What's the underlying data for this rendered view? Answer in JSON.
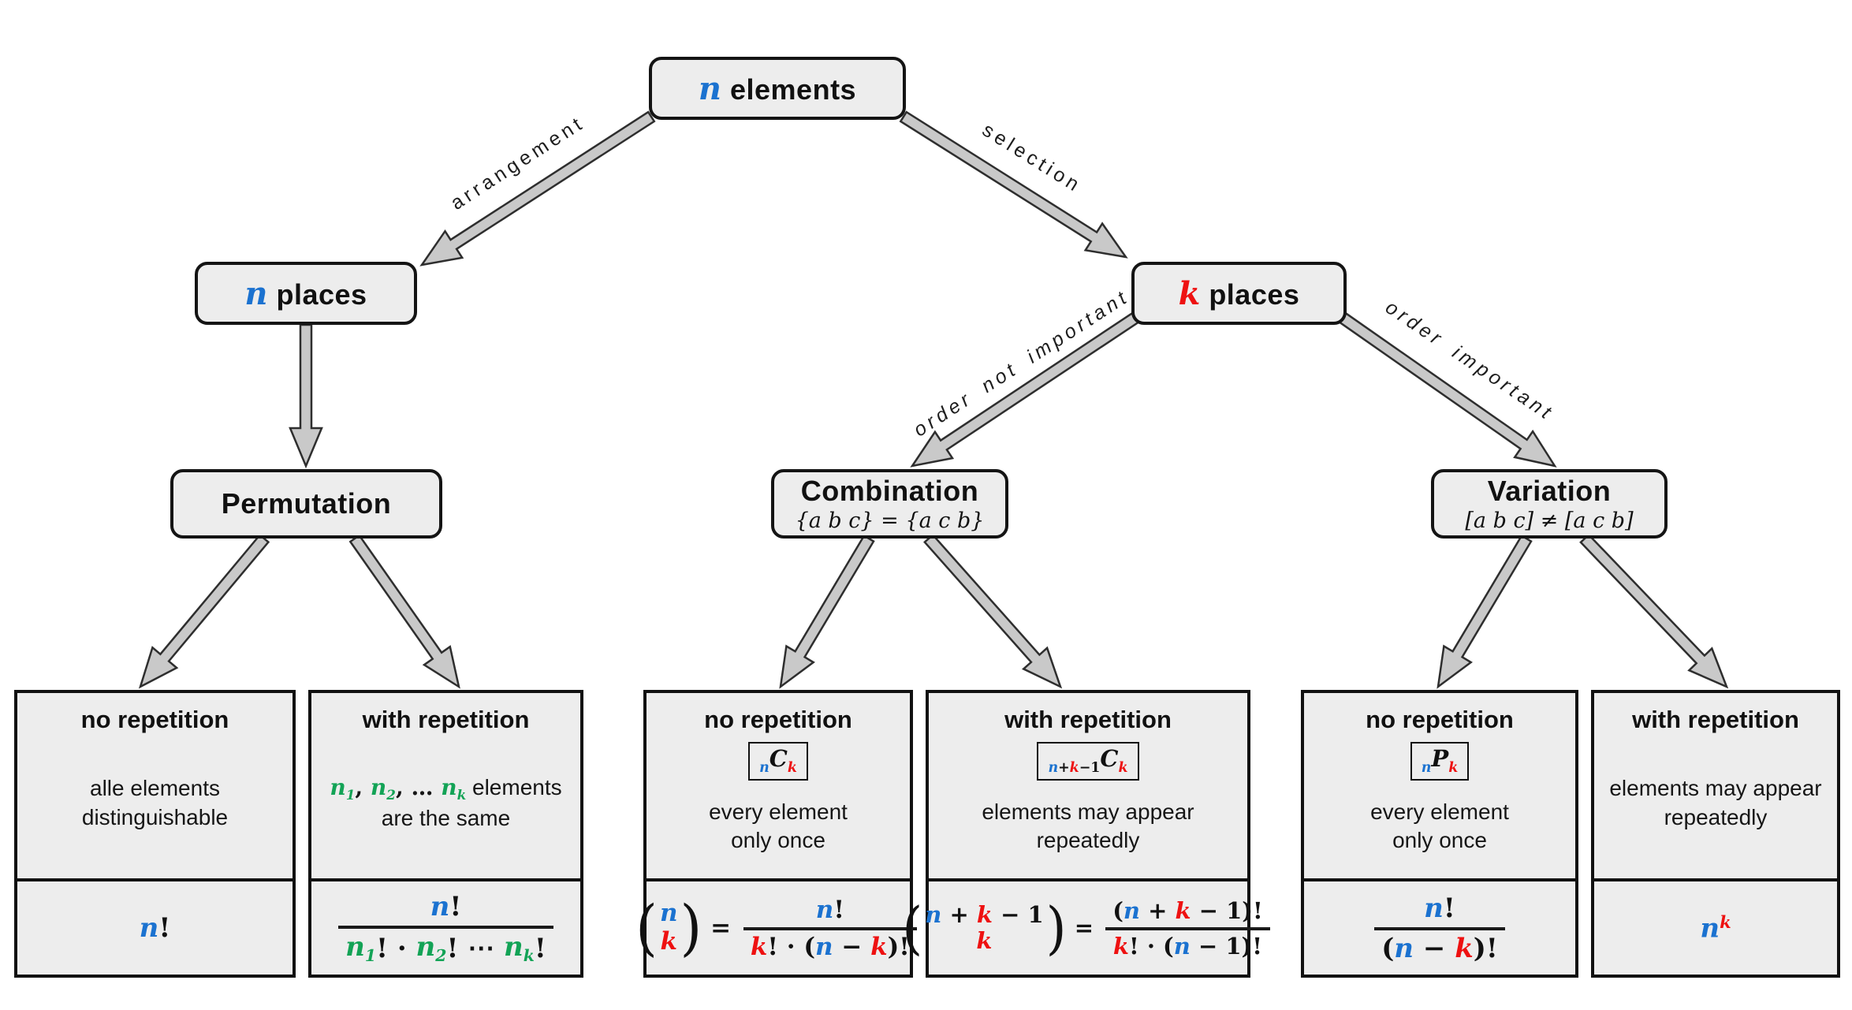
{
  "colors": {
    "n": "#1b72d0",
    "k": "#ee1111",
    "g": "#13a356",
    "ink": "#111111",
    "arrow_fill": "#c9c9c9",
    "arrow_stroke": "#2e2e2e",
    "box_fill": "#ededed"
  },
  "nodes": {
    "root": {
      "var": "n",
      "vc": "n",
      "label": "elements"
    },
    "n_places": {
      "var": "n",
      "vc": "n",
      "label": "places"
    },
    "k_places": {
      "var": "k",
      "vc": "k",
      "label": "places"
    },
    "permutation": {
      "title": "Permutation"
    },
    "combination": {
      "title": "Combination",
      "subtitle": "{a b c} = {a c b}"
    },
    "variation": {
      "title": "Variation",
      "subtitle": "[a b c] ≠ [a c b]"
    }
  },
  "edges": {
    "arrangement": "arrangement",
    "selection": "selection",
    "order_not_important": "order not important",
    "order_important": "order important"
  },
  "leaves": [
    {
      "id": "perm-no-rep",
      "title": "no repetition",
      "desc": [
        "alle elements",
        "distinguishable"
      ],
      "formula": [
        {
          "t": "n",
          "c": "n"
        },
        {
          "t": "!"
        }
      ]
    },
    {
      "id": "perm-with-rep",
      "title": "with repetition",
      "desc": [
        [
          {
            "t": "n",
            "c": "g",
            "sub": "1"
          },
          {
            "t": ", ",
            "m": 1
          },
          {
            "t": "n",
            "c": "g",
            "sub": "2"
          },
          {
            "t": ", … ",
            "m": 1
          },
          {
            "t": "n",
            "c": "g",
            "sub": "k"
          },
          {
            "t": " elements"
          }
        ],
        "are the same"
      ],
      "formula": [
        {
          "frac": {
            "num": [
              {
                "t": "n",
                "c": "n"
              },
              {
                "t": "!"
              }
            ],
            "den": [
              {
                "t": "n",
                "c": "g",
                "sub": "1"
              },
              {
                "t": "! · "
              },
              {
                "t": "n",
                "c": "g",
                "sub": "2"
              },
              {
                "t": "! ⋯ "
              },
              {
                "t": "n",
                "c": "g",
                "sub": "k"
              },
              {
                "t": "!"
              }
            ]
          }
        }
      ]
    },
    {
      "id": "comb-no-rep",
      "title": "no repetition",
      "badge": [
        {
          "t": "n",
          "c": "n",
          "pos": "sub"
        },
        {
          "t": "C",
          "i": 1
        },
        {
          "t": "k",
          "c": "k",
          "pos": "sub"
        }
      ],
      "desc": [
        "every element",
        "only once"
      ],
      "formula": [
        {
          "binom": {
            "top": [
              {
                "t": "n",
                "c": "n"
              }
            ],
            "bottom": [
              {
                "t": "k",
                "c": "k"
              }
            ]
          }
        },
        {
          "t": " = "
        },
        {
          "frac": {
            "num": [
              {
                "t": "n",
                "c": "n"
              },
              {
                "t": "!"
              }
            ],
            "den": [
              {
                "t": "k",
                "c": "k"
              },
              {
                "t": "! · ("
              },
              {
                "t": "n",
                "c": "n"
              },
              {
                "t": " − "
              },
              {
                "t": "k",
                "c": "k"
              },
              {
                "t": ")!"
              }
            ]
          }
        }
      ]
    },
    {
      "id": "comb-with-rep",
      "title": "with repetition",
      "badge": [
        {
          "t": "n",
          "c": "n",
          "pos": "sub"
        },
        {
          "t": "+",
          "pos": "sub"
        },
        {
          "t": "k",
          "c": "k",
          "pos": "sub"
        },
        {
          "t": "−1",
          "pos": "sub"
        },
        {
          "t": "C",
          "i": 1
        },
        {
          "t": "k",
          "c": "k",
          "pos": "sub"
        }
      ],
      "desc": [
        "elements may appear",
        "repeatedly"
      ],
      "formula": [
        {
          "binom": {
            "top": [
              {
                "t": "n",
                "c": "n"
              },
              {
                "t": " + "
              },
              {
                "t": "k",
                "c": "k"
              },
              {
                "t": " − 1"
              }
            ],
            "bottom": [
              {
                "t": "k",
                "c": "k"
              }
            ]
          }
        },
        {
          "t": " = "
        },
        {
          "frac": {
            "num": [
              {
                "t": "("
              },
              {
                "t": "n",
                "c": "n"
              },
              {
                "t": " + "
              },
              {
                "t": "k",
                "c": "k"
              },
              {
                "t": " − 1)!"
              }
            ],
            "den": [
              {
                "t": "k",
                "c": "k"
              },
              {
                "t": "! · ("
              },
              {
                "t": "n",
                "c": "n"
              },
              {
                "t": " − 1)!"
              }
            ]
          }
        }
      ]
    },
    {
      "id": "var-no-rep",
      "title": "no repetition",
      "badge": [
        {
          "t": "n",
          "c": "n",
          "pos": "sub"
        },
        {
          "t": "P",
          "i": 1
        },
        {
          "t": "k",
          "c": "k",
          "pos": "sub"
        }
      ],
      "desc": [
        "every element",
        "only once"
      ],
      "formula": [
        {
          "frac": {
            "num": [
              {
                "t": "n",
                "c": "n"
              },
              {
                "t": "!"
              }
            ],
            "den": [
              {
                "t": "("
              },
              {
                "t": "n",
                "c": "n"
              },
              {
                "t": " − "
              },
              {
                "t": "k",
                "c": "k"
              },
              {
                "t": ")!"
              }
            ]
          }
        }
      ]
    },
    {
      "id": "var-with-rep",
      "title": "with repetition",
      "desc": [
        "elements may appear",
        "repeatedly"
      ],
      "formula": [
        {
          "t": "n",
          "c": "n",
          "sup": "k",
          "supc": "k"
        }
      ]
    }
  ]
}
